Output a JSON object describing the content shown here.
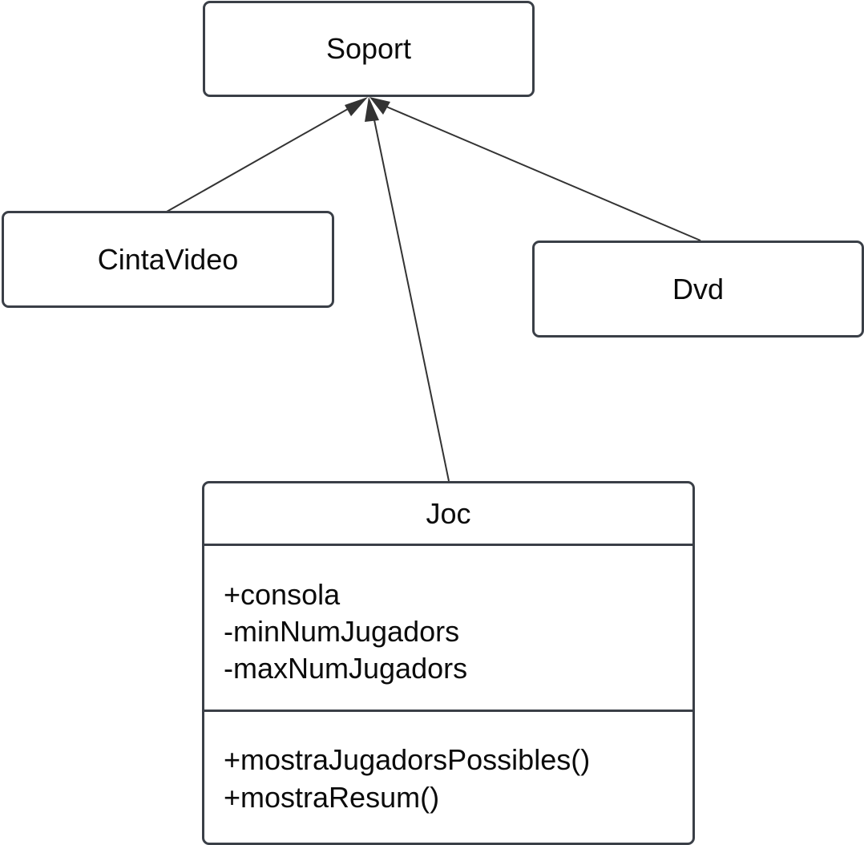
{
  "diagram": {
    "type": "UML class diagram",
    "classes": {
      "soport": {
        "name": "Soport"
      },
      "cinta_video": {
        "name": "CintaVideo"
      },
      "dvd": {
        "name": "Dvd"
      },
      "joc": {
        "name": "Joc",
        "attributes": [
          "+consola",
          "-minNumJugadors",
          "-maxNumJugadors"
        ],
        "operations": [
          "+mostraJugadorsPossibles()",
          "+mostraResum()"
        ]
      }
    },
    "relationships": [
      {
        "type": "generalization",
        "from": "CintaVideo",
        "to": "Soport"
      },
      {
        "type": "generalization",
        "from": "Joc",
        "to": "Soport"
      },
      {
        "type": "generalization",
        "from": "Dvd",
        "to": "Soport"
      }
    ],
    "colors": {
      "stroke": "#3a3f47",
      "text": "#0b0b0b",
      "background": "#ffffff"
    }
  }
}
